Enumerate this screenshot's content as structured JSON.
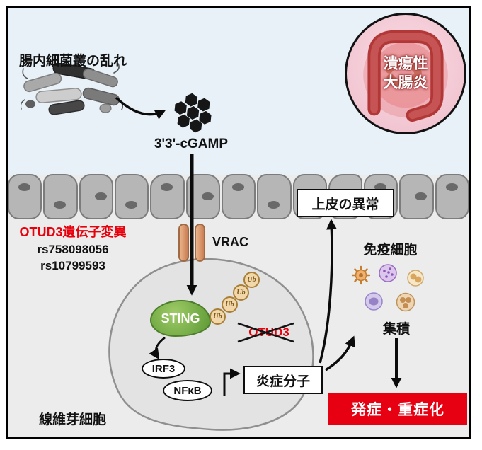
{
  "colors": {
    "highlight_red": "#e8000d",
    "outcome_box_red": "#e60012",
    "sting_green": "#76ad46",
    "vrac_orange": "#d9946a",
    "uc_circle_pink": "#f3cbd6",
    "epithelium_gray": "#b6b6b6",
    "bg_top_blue": "#e8f1f8",
    "bg_bottom_gray": "#ebeceb"
  },
  "top": {
    "microbiota_label": "腸内細菌叢の乱れ",
    "cgamp_label": "3'3'-cGAMP",
    "uc_line1": "潰瘍性",
    "uc_line2": "大腸炎"
  },
  "membrane": {
    "epithelium_box_label": "上皮の異常",
    "vrac_label": "VRAC"
  },
  "mutation": {
    "title": "OTUD3遺伝子変異",
    "variants": [
      "rs758098056",
      "rs10799593"
    ]
  },
  "cell": {
    "sting_label": "STING",
    "ub_label": "Ub",
    "otud3_label": "OTUD3",
    "irf3_label": "IRF3",
    "nfkb_label": "NFκB",
    "inflammatory_box_label": "炎症分子",
    "fibroblast_label": "線維芽細胞"
  },
  "right": {
    "immune_label": "免疫細胞",
    "accumulation_label": "集積",
    "outcome_label": "発症・重症化"
  }
}
